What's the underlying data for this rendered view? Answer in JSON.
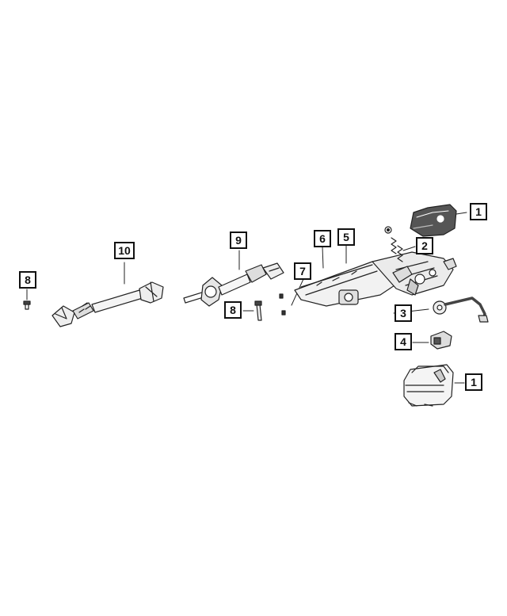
{
  "callouts": {
    "c1a": "1",
    "c1b": "1",
    "c2": "2",
    "c3": "3",
    "c4": "4",
    "c5": "5",
    "c6": "6",
    "c7": "7",
    "c8a": "8",
    "c8b": "8",
    "c9": "9",
    "c10": "10"
  }
}
